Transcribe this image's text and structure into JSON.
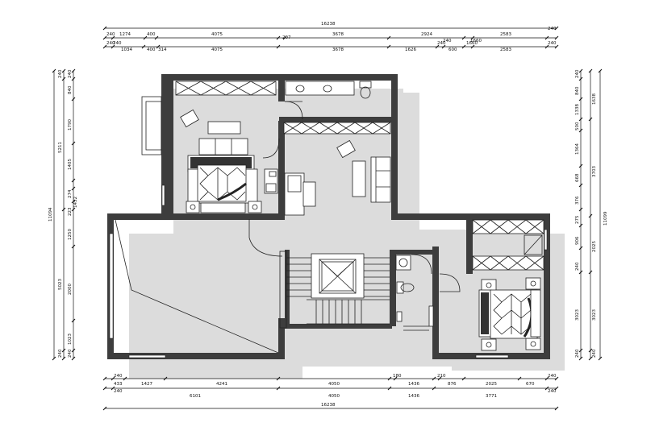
{
  "dimensions": {
    "top": {
      "total": "16238",
      "row1": [
        "240",
        "1274",
        "400",
        "4075",
        "207",
        "3678",
        "2924",
        "240",
        "1660",
        "2583",
        "240"
      ],
      "row2": [
        "240",
        "240",
        "1034",
        "400",
        "314",
        "4075",
        "3678",
        "1626",
        "240",
        "600",
        "1660",
        "2583",
        "240"
      ]
    },
    "bottom": {
      "total": "16238",
      "row1": [
        "240",
        "433",
        "1427",
        "4241",
        "4050",
        "180",
        "1436",
        "210",
        "876",
        "2025",
        "670",
        "240"
      ],
      "row2": [
        "240",
        "6101",
        "4050",
        "1436",
        "3771",
        "240"
      ]
    },
    "left": {
      "total": "11094",
      "outer": [
        "240",
        "5211",
        "5023",
        "240"
      ],
      "inner": [
        "240",
        "840",
        "1790",
        "1405",
        "274",
        "1452",
        "223",
        "1250",
        "2000",
        "1023",
        "240"
      ]
    },
    "right": {
      "total": "11099",
      "outer": [
        "1638",
        "3703",
        "2025",
        "3023",
        "240"
      ],
      "inner": [
        "240",
        "840",
        "1338",
        "500",
        "1364",
        "668",
        "376",
        "275",
        "906",
        "240",
        "3023",
        "240"
      ]
    }
  }
}
